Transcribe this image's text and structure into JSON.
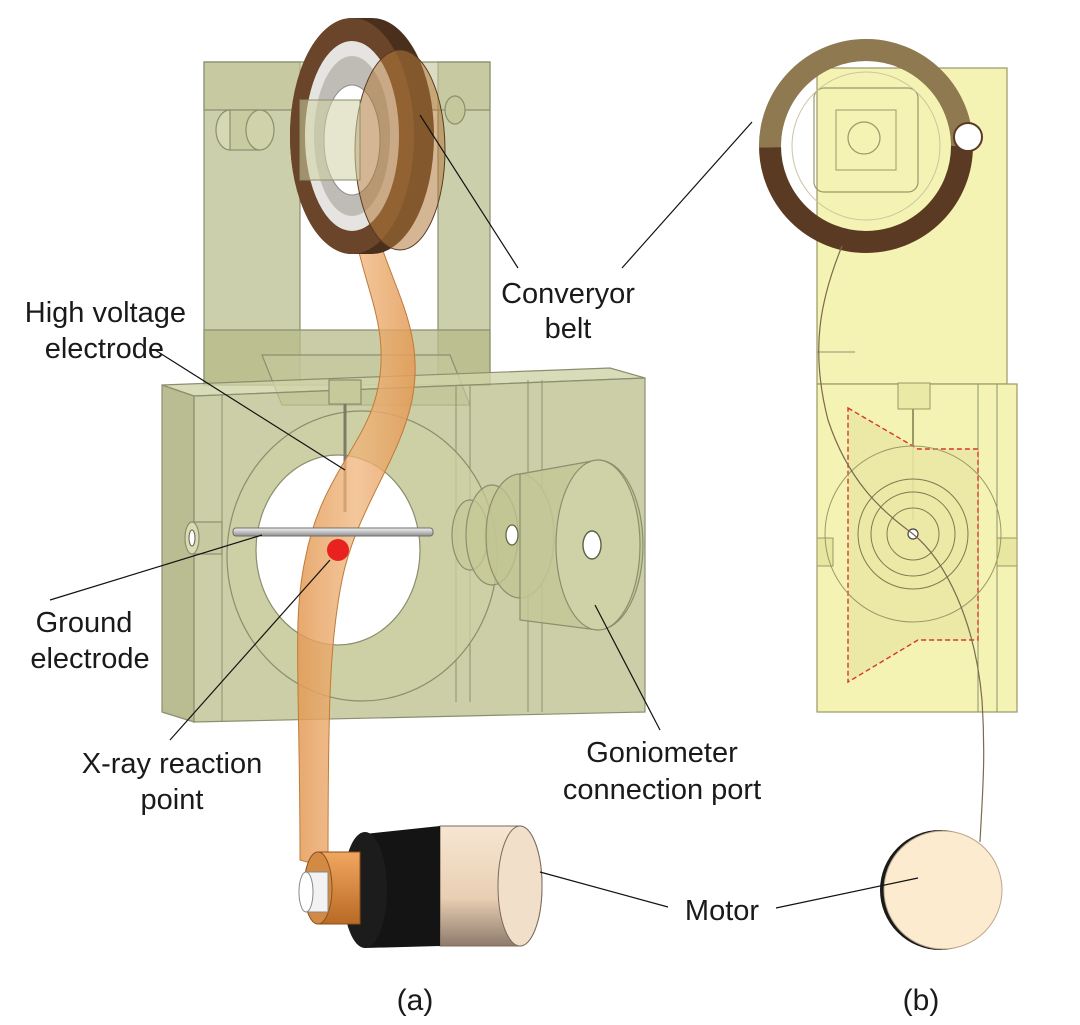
{
  "labels": {
    "conveyor_belt_line1": "Converyor",
    "conveyor_belt_line2": "belt",
    "high_voltage_line1": "High voltage",
    "high_voltage_line2": "electrode",
    "ground_line1": "Ground",
    "ground_line2": "electrode",
    "xray_line1": "X-ray reaction",
    "xray_line2": "point",
    "goniometer_line1": "Goniometer",
    "goniometer_line2": "connection port",
    "motor": "Motor"
  },
  "captions": {
    "panel_a": "(a)",
    "panel_b": "(b)"
  },
  "colors": {
    "housing": "#b9bd8c",
    "housing_side_view": "#f3f1a6",
    "belt": "#e8a460",
    "pulley": "#5a3a22",
    "reaction_point": "#e8231f",
    "motor_body": "#f0d9bf",
    "motor_band": "#141414",
    "seal_outline": "#d23a2a"
  }
}
